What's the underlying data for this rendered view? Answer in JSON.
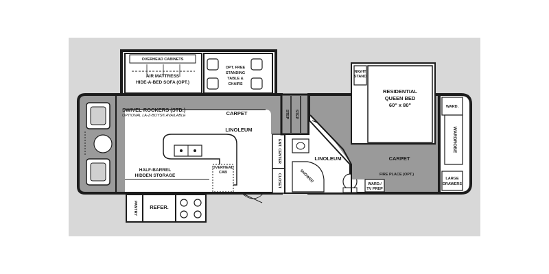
{
  "colors": {
    "carpet": "#9a9a9a",
    "linoleum": "#ffffff",
    "wall": "#1c1c1c",
    "background": "#d8d8d8",
    "page": "#ffffff"
  },
  "labels": {
    "overhead_cabinets": "OVERHEAD CABINETS",
    "air_mattress_1": "AIR MATTRESS",
    "air_mattress_2": "HIDE-A-BED SOFA (OPT.)",
    "table_1": "OPT. FREE",
    "table_2": "STANDING",
    "table_3": "TABLE &",
    "table_4": "CHAIRS",
    "swivel_rockers": "SWIVEL ROCKERS (STD.)",
    "optional_la_z_boy": "OPTIONAL LA-Z-BOYS® AVAILABLE",
    "carpet_living": "CARPET",
    "linoleum_kitchen": "LINOLEUM",
    "half_barrel_1": "HALF-BARREL",
    "half_barrel_2": "HIDDEN STORAGE",
    "overhead_cab_1": "OVERHEAD",
    "overhead_cab_2": "CAB",
    "pantry": "PANTRY",
    "refer": "REFER.",
    "step_1": "STEP",
    "step_2": "STEP",
    "ent_center": "ENT. CENTER",
    "closet": "CLOSET",
    "linoleum_bath": "LINOLEUM",
    "shower": "SHOWER",
    "night_stand_1": "NIGHT",
    "night_stand_2": "STAND",
    "bed_1": "RESIDENTIAL",
    "bed_2": "QUEEN BED",
    "bed_3": "60\" x 80\"",
    "carpet_bedroom": "CARPET",
    "fire_place": "FIRE PLACE (OPT.)",
    "ward_tv_1": "WARD./",
    "ward_tv_2": "TV PREP",
    "ward": "WARD.",
    "wardrobe": "WARDROBE",
    "large_drawers_1": "LARGE",
    "large_drawers_2": "DRAWERS"
  }
}
